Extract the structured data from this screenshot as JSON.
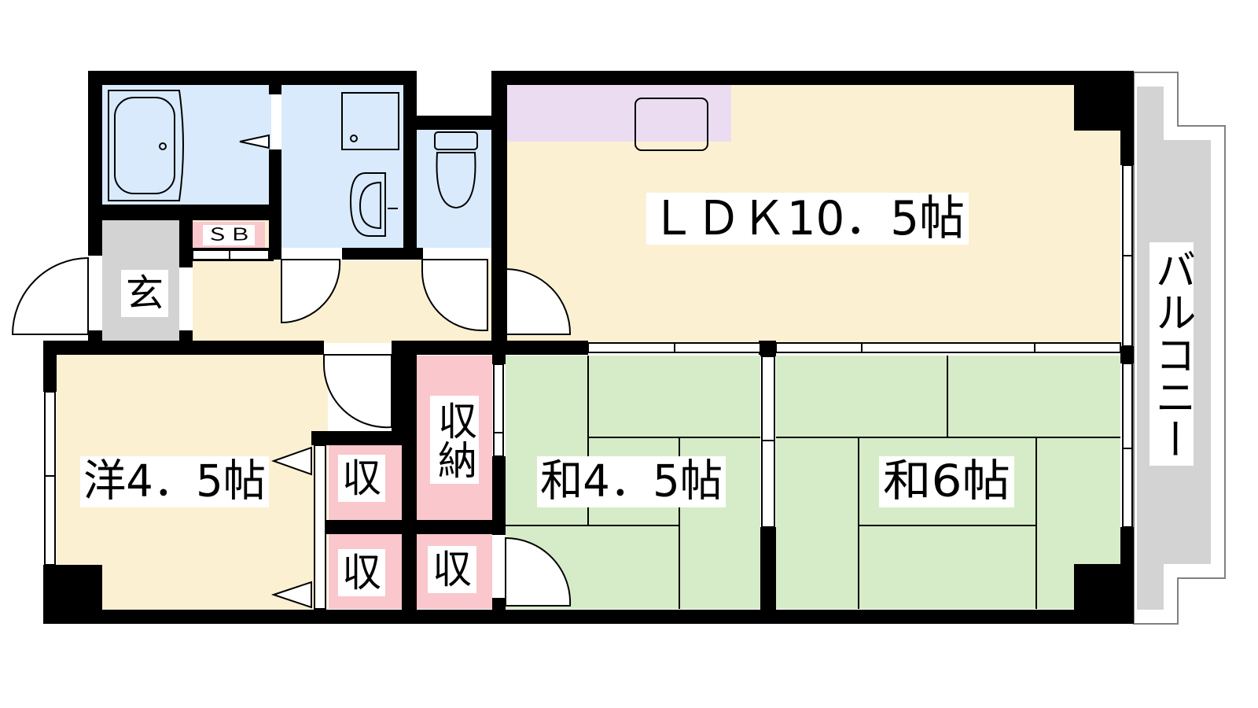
{
  "rooms": {
    "ldk": "ＬＤＫ10．5帖",
    "western": "洋4．5帖",
    "washitsu_small": "和4．5帖",
    "washitsu_large": "和6帖",
    "entrance": "玄",
    "shoe_box": "ＳＢ",
    "storage": "収納",
    "closet": "収",
    "balcony": "バルコニー"
  },
  "colors": {
    "wall": "#000000",
    "wet_area": "#d9eafc",
    "living_floor": "#fcf0d2",
    "kitchen_counter": "#ecdcf2",
    "tatami": "#d6ecc8",
    "storage": "#f9c7cc",
    "entrance": "#d3d3d3",
    "balcony": "#d3d3d3"
  }
}
